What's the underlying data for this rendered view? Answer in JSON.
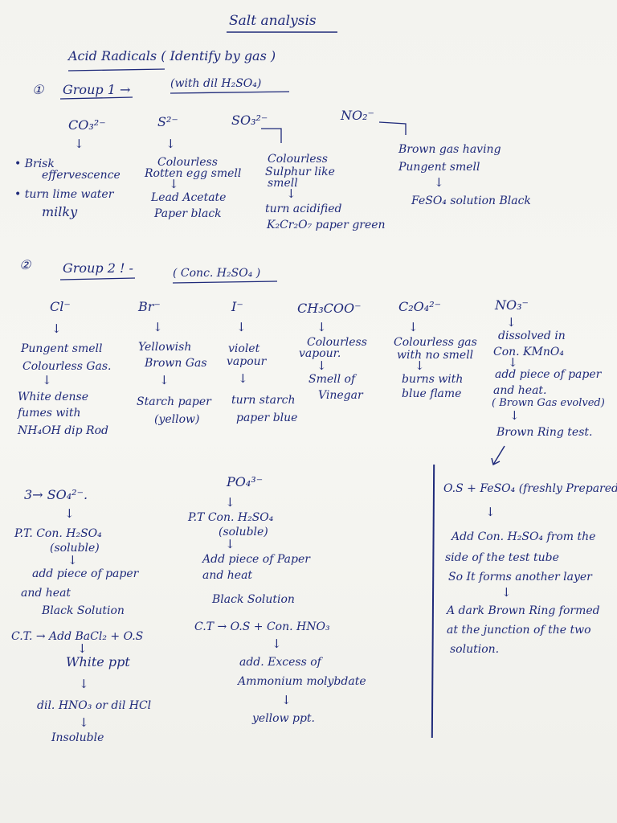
{
  "title": "Salt analysis",
  "acid_radicals": "Acid Radicals ( Identify by gas )",
  "group1": {
    "number": "①",
    "label": "Group 1 →",
    "reagent": "(with dil H₂SO₄)",
    "carbonate": {
      "ion": "CO₃²⁻",
      "obs": [
        "• Brisk",
        "effervescence",
        "• turn lime water",
        "milky"
      ]
    },
    "sulphide": {
      "ion": "S²⁻",
      "obs": [
        "Colourless",
        "Rotten egg smell",
        "Lead Acetate",
        "Paper black"
      ]
    },
    "sulphite": {
      "ion": "SO₃²⁻",
      "obs": [
        "Colourless",
        "Sulphur like",
        "smell",
        "turn acidified",
        "K₂Cr₂O₇ paper green"
      ]
    },
    "nitrite": {
      "ion": "NO₂⁻",
      "obs": [
        "Brown gas having",
        "Pungent smell",
        "FeSO₄ solution Black"
      ]
    }
  },
  "group2": {
    "number": "②",
    "label": "Group 2 ! -",
    "reagent": "( Conc. H₂SO₄ )",
    "chloride": {
      "ion": "Cl⁻",
      "obs": [
        "Pungent smell",
        "Colourless Gas.",
        "White dense",
        "fumes with",
        "NH₄OH dip Rod"
      ]
    },
    "bromide": {
      "ion": "Br⁻",
      "obs": [
        "Yellowish",
        "Brown Gas",
        "Starch paper",
        "(yellow)"
      ]
    },
    "iodide": {
      "ion": "I⁻",
      "obs": [
        "violet",
        "vapour",
        "turn starch",
        "paper blue"
      ]
    },
    "acetate": {
      "ion": "CH₃COO⁻",
      "obs": [
        "Colourless",
        "vapour.",
        "Smell of",
        "Vinegar"
      ]
    },
    "oxalate": {
      "ion": "C₂O₄²⁻",
      "obs": [
        "Colourless gas",
        "with no smell",
        "burns with",
        "blue flame"
      ]
    },
    "nitrate": {
      "ion": "NO₃⁻",
      "obs": [
        "dissolved in",
        "Con. KMnO₄",
        "add piece of paper",
        "and heat.",
        "( Brown Gas evolved)",
        "Brown Ring test."
      ]
    }
  },
  "group3": {
    "sulphate": {
      "ion": "3→ SO₄²⁻.",
      "pt": [
        "P.T. Con. H₂SO₄",
        "(soluble)",
        "add piece of paper",
        "and heat",
        "Black Solution"
      ],
      "ct": [
        "C.T. → Add BaCl₂ + O.S",
        "White ppt",
        "dil. HNO₃ or dil HCl",
        "Insoluble"
      ]
    },
    "phosphate": {
      "ion": "PO₄³⁻",
      "pt": [
        "P.T  Con. H₂SO₄",
        "(soluble)",
        "Add piece of Paper",
        "and heat",
        "Black Solution"
      ],
      "ct": [
        "C.T →  O.S + Con. HNO₃",
        "add. Excess of",
        "Ammonium molybdate",
        "yellow ppt."
      ]
    }
  },
  "brown_ring": {
    "lines": [
      "O.S + FeSO₄ (freshly Prepared)",
      "Add Con. H₂SO₄ from the",
      "side of the test tube",
      "So It forms another layer",
      "A dark Brown Ring formed",
      "at the junction of the two",
      "solution."
    ]
  },
  "arrow_glyph": "↓",
  "ink_color": "#1f2a7a"
}
